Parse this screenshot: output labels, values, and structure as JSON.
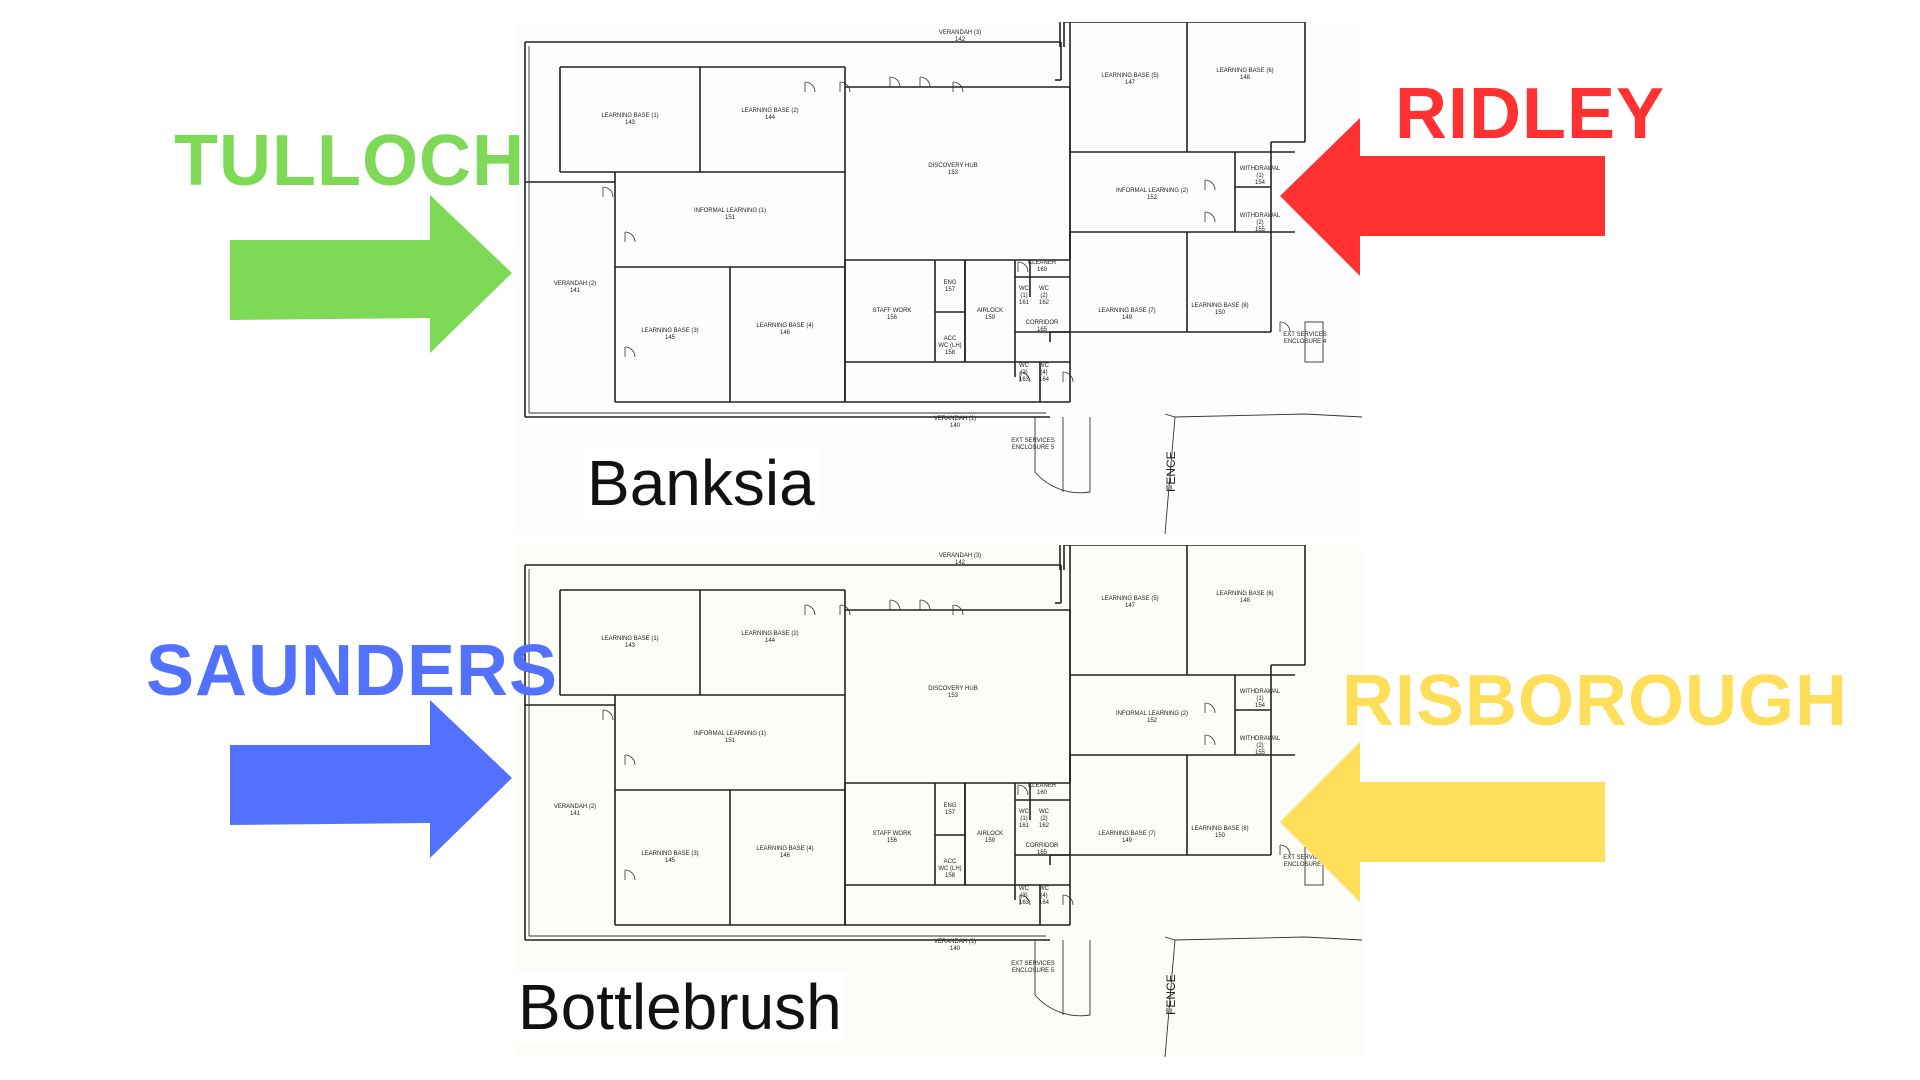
{
  "labels": {
    "top_left": {
      "text": "TULLOCH",
      "color": "#7ed957"
    },
    "top_right": {
      "text": "RIDLEY",
      "color": "#ff3131"
    },
    "bottom_left": {
      "text": "SAUNDERS",
      "color": "#5271ff"
    },
    "bottom_right": {
      "text": "RISBOROUGH",
      "color": "#ffde59"
    }
  },
  "plans": {
    "top_name": "Banksia",
    "bottom_name": "Bottlebrush"
  },
  "rooms": {
    "verandah3": [
      "VERANDAH (3)",
      "142"
    ],
    "lb1": [
      "LEARNING BASE (1)",
      "143"
    ],
    "lb2": [
      "LEARNING BASE (2)",
      "144"
    ],
    "lb5": [
      "LEARNING BASE (5)",
      "147"
    ],
    "lb6": [
      "LEARNING BASE (6)",
      "148"
    ],
    "hub": [
      "DISCOVERY HUB",
      "153"
    ],
    "il1": [
      "INFORMAL LEARNING (1)",
      "151"
    ],
    "il2": [
      "INFORMAL LEARNING (2)",
      "152"
    ],
    "wd1": [
      "WITHDRAWAL",
      "(1)",
      "154"
    ],
    "wd2": [
      "WITHDRAWAL",
      "(2)",
      "155"
    ],
    "verandah2": [
      "VERANDAH (2)",
      "141"
    ],
    "lb3": [
      "LEARNING BASE (3)",
      "145"
    ],
    "lb4": [
      "LEARNING BASE (4)",
      "146"
    ],
    "staff": [
      "STAFF WORK",
      "156"
    ],
    "eng": [
      "ENG",
      "157"
    ],
    "acc": [
      "ACC",
      "WC (LH)",
      "158"
    ],
    "airlock": [
      "AIRLOCK",
      "159"
    ],
    "cleaner": [
      "CLEANER",
      "160"
    ],
    "wc1": [
      "WC",
      "(1)",
      "161"
    ],
    "wc2": [
      "WC",
      "(2)",
      "162"
    ],
    "corridor": [
      "CORRIDOR",
      "165"
    ],
    "wc3": [
      "WC",
      "(3)",
      "163"
    ],
    "wc4": [
      "WC",
      "(4)",
      "164"
    ],
    "lb7": [
      "LEARNING BASE (7)",
      "149"
    ],
    "lb8": [
      "LEARNING BASE (8)",
      "150"
    ],
    "verandah1": [
      "VERANDAH (1)",
      "140"
    ],
    "ext4": [
      "EXT SERVICES",
      "ENCLOSURE 4"
    ],
    "ext5": [
      "EXT SERVICES",
      "ENCLOSURE 5"
    ],
    "fence": "FENCE"
  },
  "colors": {
    "green": "#7ed957",
    "red": "#ff3131",
    "blue": "#5271ff",
    "yellow": "#ffde59"
  }
}
